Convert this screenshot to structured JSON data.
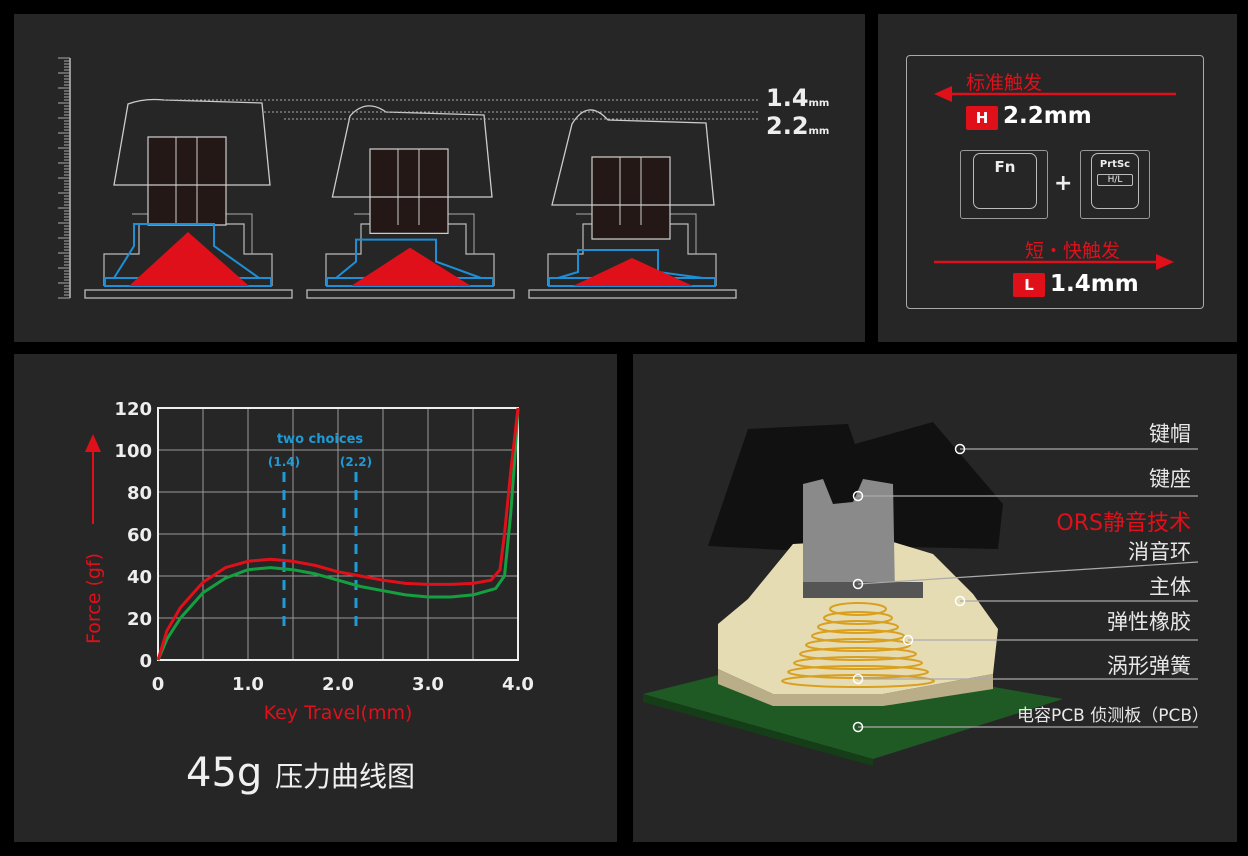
{
  "travel_panel": {
    "measure_1": {
      "value": "1.4",
      "unit": "mm"
    },
    "measure_2": {
      "value": "2.2",
      "unit": "mm"
    }
  },
  "trigger_panel": {
    "standard_label": "标准触发",
    "h_badge": "H",
    "h_value": "2.2mm",
    "key_fn": "Fn",
    "plus": "+",
    "key_prtsc": "PrtSc",
    "key_hl": "H/L",
    "fast_label": "短・快触发",
    "l_badge": "L",
    "l_value": "1.4mm"
  },
  "chart_title": {
    "value": "45g",
    "text": "压力曲线图"
  },
  "chart_data": {
    "type": "line",
    "title": "45g 压力曲线图",
    "xlabel": "Key Travel(mm)",
    "ylabel": "Force (gf)",
    "xlim": [
      0,
      4
    ],
    "ylim": [
      0,
      120
    ],
    "xticks": [
      "0",
      "1.0",
      "2.0",
      "3.0",
      "4.0"
    ],
    "yticks": [
      "0",
      "20",
      "40",
      "60",
      "80",
      "100",
      "120"
    ],
    "grid": true,
    "annotation": "two choices",
    "markers": [
      {
        "x": 1.4,
        "label": "(1.4)"
      },
      {
        "x": 2.2,
        "label": "(2.2)"
      }
    ],
    "series": [
      {
        "name": "red",
        "color": "#e0101a",
        "points": [
          [
            0,
            0
          ],
          [
            0.1,
            14
          ],
          [
            0.25,
            25
          ],
          [
            0.5,
            37
          ],
          [
            0.75,
            44
          ],
          [
            1,
            47
          ],
          [
            1.25,
            48
          ],
          [
            1.5,
            47
          ],
          [
            1.75,
            45
          ],
          [
            2,
            42
          ],
          [
            2.25,
            40
          ],
          [
            2.5,
            38
          ],
          [
            2.75,
            36.5
          ],
          [
            3,
            36
          ],
          [
            3.25,
            36
          ],
          [
            3.5,
            36.5
          ],
          [
            3.7,
            38
          ],
          [
            3.8,
            43
          ],
          [
            3.85,
            60
          ],
          [
            3.92,
            90
          ],
          [
            4,
            120
          ]
        ]
      },
      {
        "name": "green",
        "color": "#14a040",
        "points": [
          [
            0,
            0
          ],
          [
            0.1,
            10
          ],
          [
            0.25,
            20
          ],
          [
            0.5,
            32
          ],
          [
            0.75,
            39
          ],
          [
            1,
            43
          ],
          [
            1.25,
            44
          ],
          [
            1.5,
            43
          ],
          [
            1.75,
            41
          ],
          [
            2,
            38
          ],
          [
            2.25,
            35
          ],
          [
            2.5,
            33
          ],
          [
            2.75,
            31
          ],
          [
            3,
            30
          ],
          [
            3.25,
            30
          ],
          [
            3.5,
            31
          ],
          [
            3.75,
            34
          ],
          [
            3.85,
            40
          ],
          [
            3.92,
            70
          ],
          [
            3.97,
            100
          ],
          [
            4,
            120
          ]
        ]
      }
    ]
  },
  "parts": [
    {
      "label": "键帽"
    },
    {
      "label": "键座"
    },
    {
      "label": "ORS静音技术"
    },
    {
      "label": "消音环"
    },
    {
      "label": "主体"
    },
    {
      "label": "弹性橡胶"
    },
    {
      "label": "涡形弹簧"
    },
    {
      "label": "电容PCB 侦测板（PCB）"
    }
  ]
}
